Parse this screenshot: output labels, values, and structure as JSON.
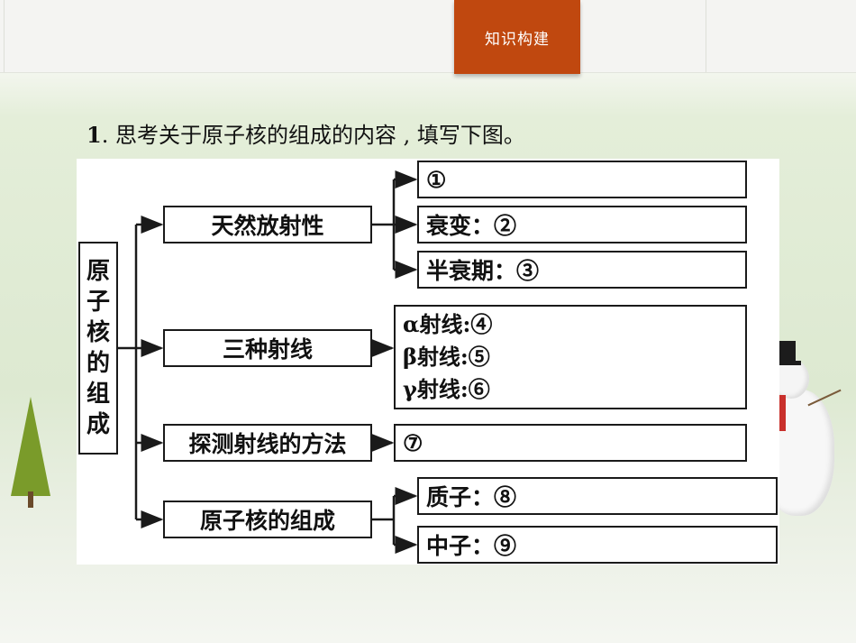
{
  "header": {
    "tab_label": "知识构建"
  },
  "question": {
    "number": "1",
    "text": ". 思考关于原子核的组成的内容 , 填写下图。"
  },
  "diagram": {
    "root": "原子核的组成",
    "branches": [
      {
        "label": "天然放射性",
        "leaves": [
          "①",
          "衰变：②",
          "半衰期：③"
        ]
      },
      {
        "label": "三种射线",
        "leaves": [
          "α射线:④",
          "β射线:⑤",
          "γ射线:⑥"
        ]
      },
      {
        "label": "探测射线的方法",
        "leaves": [
          "⑦"
        ]
      },
      {
        "label": "原子核的组成",
        "leaves": [
          "质子：⑧",
          "中子：⑨"
        ]
      }
    ]
  }
}
